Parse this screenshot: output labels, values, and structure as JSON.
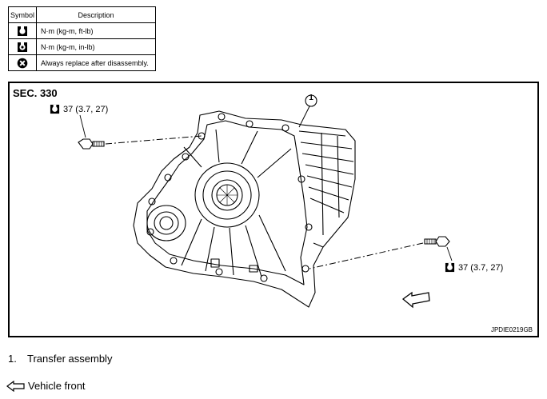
{
  "legend": {
    "header_symbol": "Symbol",
    "header_description": "Description",
    "rows": [
      {
        "icon": "torque-ftlb-icon",
        "description": "N·m (kg-m, ft-lb)"
      },
      {
        "icon": "torque-inlb-icon",
        "description": "N·m (kg-m, in-lb)"
      },
      {
        "icon": "always-replace-icon",
        "description": "Always replace after disassembly."
      }
    ]
  },
  "figure": {
    "section": "SEC. 330",
    "callout_1": "1",
    "torque_upper": "37 (3.7, 27)",
    "torque_lower": "37 (3.7, 27)",
    "figure_id": "JPDIE0219GB"
  },
  "notes": {
    "item_1_number": "1.",
    "item_1_text": "Transfer assembly",
    "vehicle_front": "Vehicle front"
  }
}
